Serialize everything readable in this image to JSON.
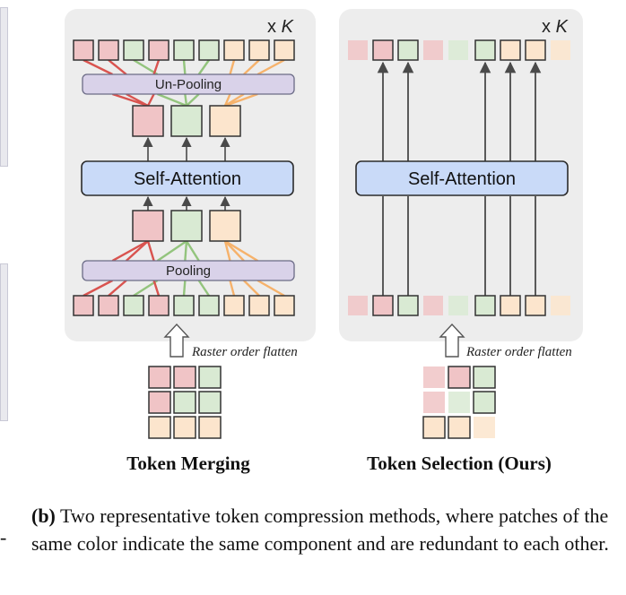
{
  "panels": [
    {
      "repeat_label_prefix": "x ",
      "repeat_label_var": "K",
      "top_module_label": "Un-Pooling",
      "attention_label": "Self-Attention",
      "bottom_module_label": "Pooling",
      "flatten_label": "Raster order flatten",
      "title": "Token Merging",
      "token_colors": [
        "red",
        "red",
        "green",
        "red",
        "green",
        "green",
        "orange",
        "orange",
        "orange"
      ],
      "merged_colors": [
        "red",
        "green",
        "orange"
      ],
      "grid_colors": [
        [
          "red",
          "red",
          "green"
        ],
        [
          "red",
          "green",
          "green"
        ],
        [
          "orange",
          "orange",
          "orange"
        ]
      ]
    },
    {
      "repeat_label_prefix": "x ",
      "repeat_label_var": "K",
      "attention_label": "Self-Attention",
      "flatten_label": "Raster order flatten",
      "title": "Token Selection (Ours)",
      "token_colors": [
        "red",
        "red",
        "green",
        "red",
        "green",
        "green",
        "orange",
        "orange",
        "orange"
      ],
      "selected": [
        false,
        true,
        true,
        false,
        false,
        true,
        true,
        true,
        false
      ],
      "grid_colors": [
        [
          "red",
          "red",
          "green"
        ],
        [
          "red",
          "green",
          "green"
        ],
        [
          "orange",
          "orange",
          "orange"
        ]
      ],
      "grid_selected": [
        [
          false,
          true,
          true
        ],
        [
          false,
          false,
          true
        ],
        [
          true,
          true,
          false
        ]
      ]
    }
  ],
  "caption": {
    "label": "(b)",
    "text": " Two representative token compression methods, where patches of the same color indicate the same component and are redundant to each other."
  },
  "left_edge_mark": "-",
  "colors": {
    "red_fill": "#f0c4c6",
    "green_fill": "#d9ead3",
    "orange_fill": "#fce5cd",
    "red_line": "#d9534f",
    "green_line": "#93c47d",
    "orange_line": "#f6b26b",
    "attention_fill": "#c9daf8",
    "pool_fill": "#d9d2e9",
    "panel_bg": "#ededed"
  }
}
